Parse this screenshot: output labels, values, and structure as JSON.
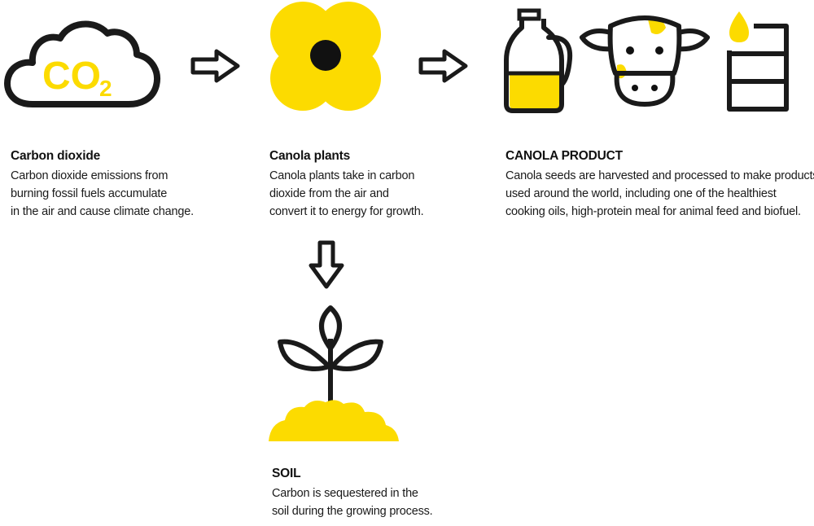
{
  "colors": {
    "accent": "#fcdb00",
    "ink": "#1a1a1a",
    "background": "#ffffff"
  },
  "icons": [
    "cloud-co2-icon",
    "arrow-right-icon",
    "canola-flower-icon",
    "oil-bottle-icon",
    "cow-icon",
    "biofuel-barrel-icon",
    "arrow-down-icon",
    "sprout-icon",
    "soil-mound-icon"
  ],
  "co2_label": {
    "main": "CO",
    "sub": "2"
  },
  "steps": {
    "carbon_dioxide": {
      "title": "Carbon dioxide",
      "lines": [
        "Carbon dioxide emissions from",
        "burning fossil fuels accumulate",
        "in the air and cause climate change."
      ]
    },
    "canola_plants": {
      "title": "Canola plants",
      "lines": [
        "Canola plants take in carbon",
        "dioxide from the air and",
        "convert it to energy for growth."
      ]
    },
    "canola_product": {
      "title": "CANOLA PRODUCT",
      "lines": [
        "Canola seeds are harvested and processed to make products",
        "used around the world, including one of the healthiest",
        "cooking oils, high-protein meal for animal feed and biofuel."
      ]
    },
    "soil": {
      "title": "SOIL",
      "lines": [
        "Carbon is sequestered in the",
        "soil during the growing process."
      ]
    }
  }
}
